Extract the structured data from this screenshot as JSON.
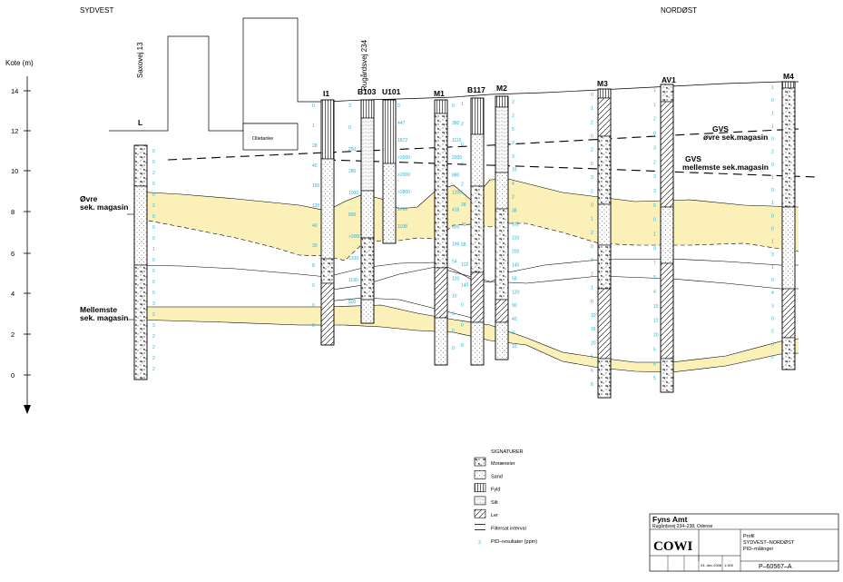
{
  "header": {
    "left": "SYDVEST",
    "right": "NORDØST"
  },
  "axis": {
    "label": "Kote (m)",
    "ticks": [
      "14",
      "12",
      "10",
      "8",
      "6",
      "4",
      "2",
      "0"
    ]
  },
  "street_labels": {
    "saxovej": "Saxovej 13",
    "rugaardsvej": "Rugårdsvej 234"
  },
  "building": {
    "name": "Olietanke"
  },
  "boreholes": [
    {
      "name": "L",
      "pid": [
        "0",
        "0",
        "2",
        "0",
        "0",
        "2",
        "0",
        "0",
        "0",
        "1",
        "0",
        "0",
        "0",
        "0",
        "3",
        "2",
        "3",
        "2",
        "2",
        "2",
        "2"
      ]
    },
    {
      "name": "I1",
      "pid": [
        "0",
        "1",
        "28",
        "40",
        "150",
        "120",
        "40",
        "30",
        "8",
        "0",
        "0",
        "0"
      ]
    },
    {
      "name": "B103",
      "pid": [
        "3",
        "0",
        "250",
        "280",
        "1000",
        "800",
        ">3000",
        "1200",
        "1190",
        "500"
      ]
    },
    {
      "name": "U101",
      "pid": [
        "0",
        "447",
        "1872",
        ">3000",
        ">2000",
        ">2800",
        "1761",
        "1108"
      ]
    },
    {
      "name": "M1",
      "pid": [
        "0",
        "380",
        "1110",
        "2000",
        "880",
        "1200",
        "416",
        "500",
        "196",
        "54",
        "120",
        "10",
        "3",
        "0",
        "0"
      ]
    },
    {
      "name": "B117",
      "pid": [
        "1",
        "2",
        "0",
        "3",
        "2",
        "28",
        "40",
        "68",
        "102",
        "140",
        "0",
        "0",
        "8"
      ]
    },
    {
      "name": "M2",
      "pid": [
        "2",
        "2",
        "5",
        "2",
        "3",
        "10",
        "4",
        "2",
        "38",
        "102",
        "310",
        "200",
        "140",
        "58",
        "120",
        "90",
        "40",
        "0",
        "10"
      ]
    },
    {
      "name": "M3",
      "pid": [
        "0",
        "1",
        "2",
        "0",
        "2",
        "0",
        "3",
        "2",
        "0",
        "1",
        "2",
        "0",
        "3",
        "2",
        "1",
        "8",
        "10",
        "16",
        "20",
        "5",
        "6",
        "6"
      ]
    },
    {
      "name": "AV1",
      "pid": [
        "1",
        "1",
        "2",
        "0",
        "3",
        "2",
        "3",
        "3",
        "0",
        "0",
        "1",
        "9",
        "7",
        "5",
        "4",
        "15",
        "12",
        "20",
        "5",
        "6",
        "5"
      ]
    },
    {
      "name": "M4",
      "pid": [
        "1",
        "0",
        "1",
        "1",
        "0",
        "2",
        "0",
        "1",
        "0",
        "1",
        "0",
        "0",
        "1",
        "3",
        "1",
        "0",
        "4",
        "3",
        "0",
        "2",
        "3",
        "2"
      ]
    }
  ],
  "aquifers": {
    "upper": "Øvre\nsek. magasin",
    "middle": "Mellemste\nsek. magasin"
  },
  "gvs": {
    "upper": "GVS\nøvre sek.magasin",
    "middle": "GVS\nmellemste sek.magasin"
  },
  "legend": {
    "title": "SIGNATURER",
    "items": [
      "Moræneler",
      "Sand",
      "Fyld",
      "Silt",
      "Ler",
      "Filtersat interval",
      "PID–resultater (ppm)"
    ],
    "pid_example": "3"
  },
  "title_block": {
    "client": "Fyns Amt",
    "address": "Rugårdsvej 234–238, Odense",
    "logo": "COWI",
    "title_lines": [
      "Profil",
      "SYDVEST–NORDØST",
      "PID–målinger"
    ],
    "date": "24. dec.2008",
    "scale": "1:300",
    "drawing_no": "P–60567–A"
  },
  "colors": {
    "aquifer_fill": "#fbf0b8",
    "pid": "#18b8e0",
    "line": "#000000"
  }
}
